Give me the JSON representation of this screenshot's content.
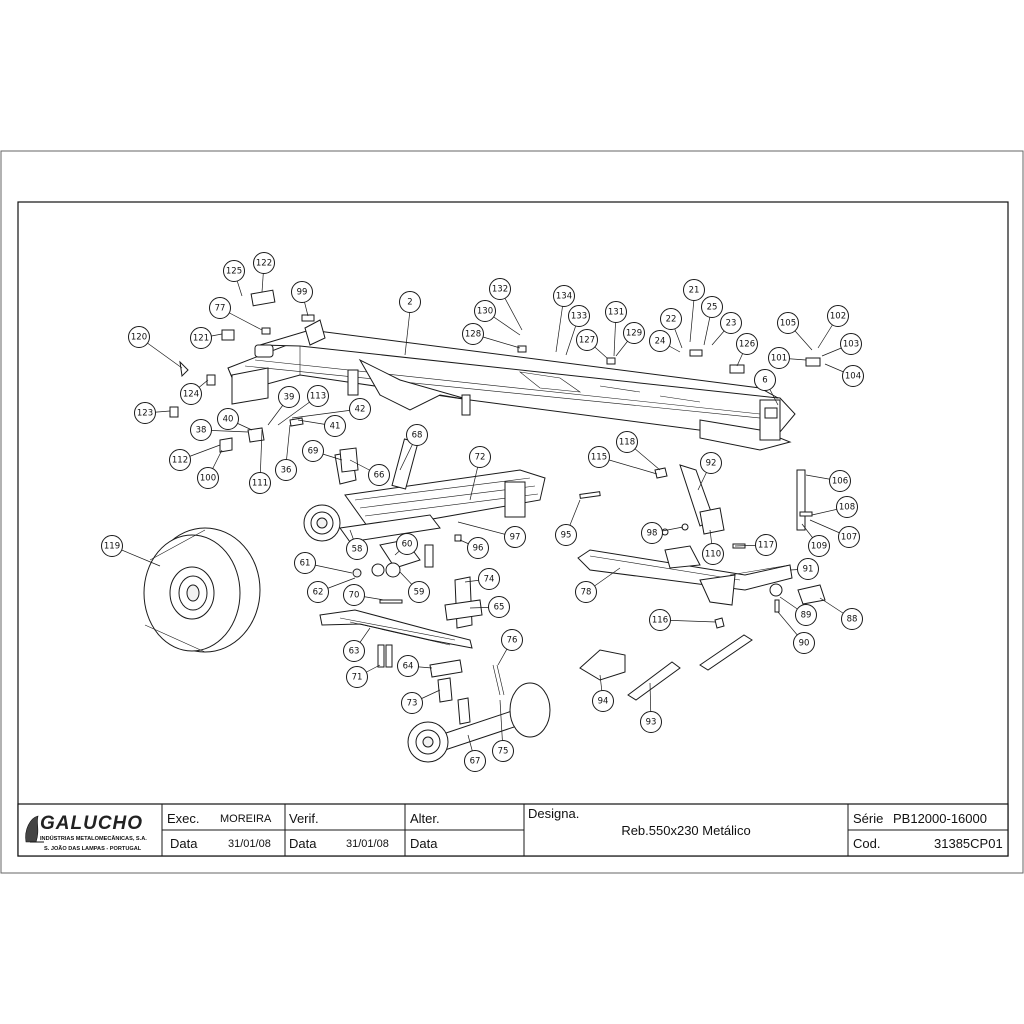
{
  "callouts": [
    {
      "n": "2"
    },
    {
      "n": "6"
    },
    {
      "n": "21"
    },
    {
      "n": "22"
    },
    {
      "n": "23"
    },
    {
      "n": "24"
    },
    {
      "n": "25"
    },
    {
      "n": "36"
    },
    {
      "n": "38"
    },
    {
      "n": "39"
    },
    {
      "n": "40"
    },
    {
      "n": "41"
    },
    {
      "n": "42"
    },
    {
      "n": "58"
    },
    {
      "n": "59"
    },
    {
      "n": "60"
    },
    {
      "n": "61"
    },
    {
      "n": "62"
    },
    {
      "n": "63"
    },
    {
      "n": "64"
    },
    {
      "n": "65"
    },
    {
      "n": "66"
    },
    {
      "n": "67"
    },
    {
      "n": "68"
    },
    {
      "n": "69"
    },
    {
      "n": "70"
    },
    {
      "n": "71"
    },
    {
      "n": "72"
    },
    {
      "n": "73"
    },
    {
      "n": "74"
    },
    {
      "n": "75"
    },
    {
      "n": "76"
    },
    {
      "n": "77"
    },
    {
      "n": "78"
    },
    {
      "n": "88"
    },
    {
      "n": "89"
    },
    {
      "n": "90"
    },
    {
      "n": "91"
    },
    {
      "n": "92"
    },
    {
      "n": "93"
    },
    {
      "n": "94"
    },
    {
      "n": "95"
    },
    {
      "n": "96"
    },
    {
      "n": "97"
    },
    {
      "n": "98"
    },
    {
      "n": "99"
    },
    {
      "n": "100"
    },
    {
      "n": "101"
    },
    {
      "n": "102"
    },
    {
      "n": "103"
    },
    {
      "n": "104"
    },
    {
      "n": "105"
    },
    {
      "n": "106"
    },
    {
      "n": "107"
    },
    {
      "n": "108"
    },
    {
      "n": "109"
    },
    {
      "n": "110"
    },
    {
      "n": "111"
    },
    {
      "n": "112"
    },
    {
      "n": "113"
    },
    {
      "n": "115"
    },
    {
      "n": "116"
    },
    {
      "n": "117"
    },
    {
      "n": "118"
    },
    {
      "n": "119"
    },
    {
      "n": "120"
    },
    {
      "n": "121"
    },
    {
      "n": "122"
    },
    {
      "n": "123"
    },
    {
      "n": "124"
    },
    {
      "n": "125"
    },
    {
      "n": "126"
    },
    {
      "n": "127"
    },
    {
      "n": "128"
    },
    {
      "n": "129"
    },
    {
      "n": "130"
    },
    {
      "n": "131"
    },
    {
      "n": "132"
    },
    {
      "n": "133"
    },
    {
      "n": "134"
    }
  ],
  "title_block": {
    "company": "GALUCHO",
    "company_line1": "INDÚSTRIAS METALOMECÂNICAS, S.A.",
    "company_line2": "S. JOÃO DAS LAMPAS - PORTUGAL",
    "exec_label": "Exec.",
    "exec_value": "MOREIRA",
    "verif_label": "Verif.",
    "alter_label": "Alter.",
    "data_label": "Data",
    "exec_date": "31/01/08",
    "verif_date": "31/01/08",
    "designa_label": "Designa.",
    "designation": "Reb.550x230 Metálico",
    "serie_label": "Série",
    "serie_value": "PB12000-16000",
    "cod_label": "Cod.",
    "cod_value": "31385CP01"
  }
}
